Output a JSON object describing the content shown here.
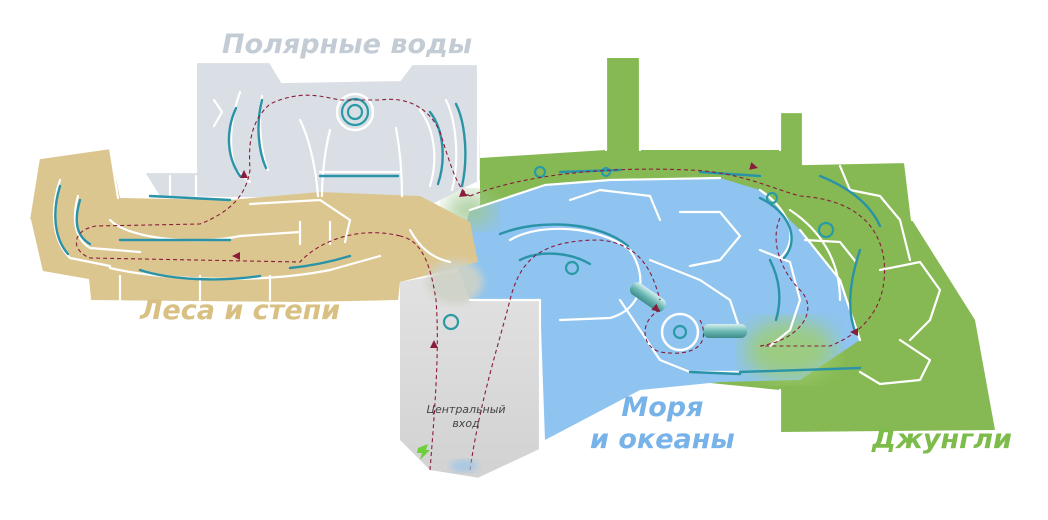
{
  "zones": {
    "polar": {
      "label": "Полярные воды",
      "color": "#d9dfe5"
    },
    "forest": {
      "label": "Леса и степи",
      "color": "#dcc68f"
    },
    "seas": {
      "label_line1": "Моря",
      "label_line2": "и океаны",
      "color": "#8ec4ef"
    },
    "jungle": {
      "label": "Джунгли",
      "color": "#86b953"
    }
  },
  "entrance": {
    "line1": "Центральный",
    "line2": "вход",
    "color": "#dcdcdc"
  },
  "route_color": "#8a1c3c",
  "water_color": "#2b93a8",
  "icons": [
    "entrance-marker-icon",
    "route-arrow-icon"
  ]
}
